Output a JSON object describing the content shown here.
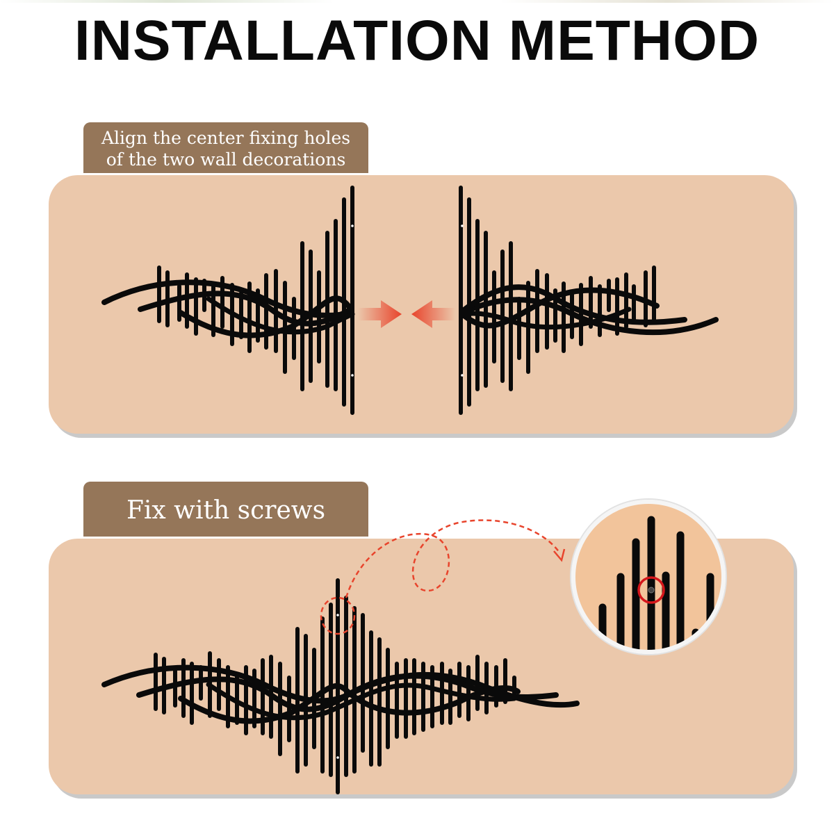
{
  "title": "INSTALLATION METHOD",
  "steps": [
    {
      "label_line1": "Align the center fixing holes",
      "label_line2": "of the two wall decorations"
    },
    {
      "label": "Fix with screws"
    }
  ],
  "colors": {
    "panel": "#ebc8ab",
    "tab": "#957659",
    "accent_arrow": "#e8442c",
    "bars": "#0a0a0a",
    "zoom_bg": "#f2c49b"
  },
  "icons": [
    "align-arrows-icon",
    "dashed-curve-arrow-icon",
    "screw-hole-highlight-icon",
    "magnifier-circle-icon"
  ]
}
